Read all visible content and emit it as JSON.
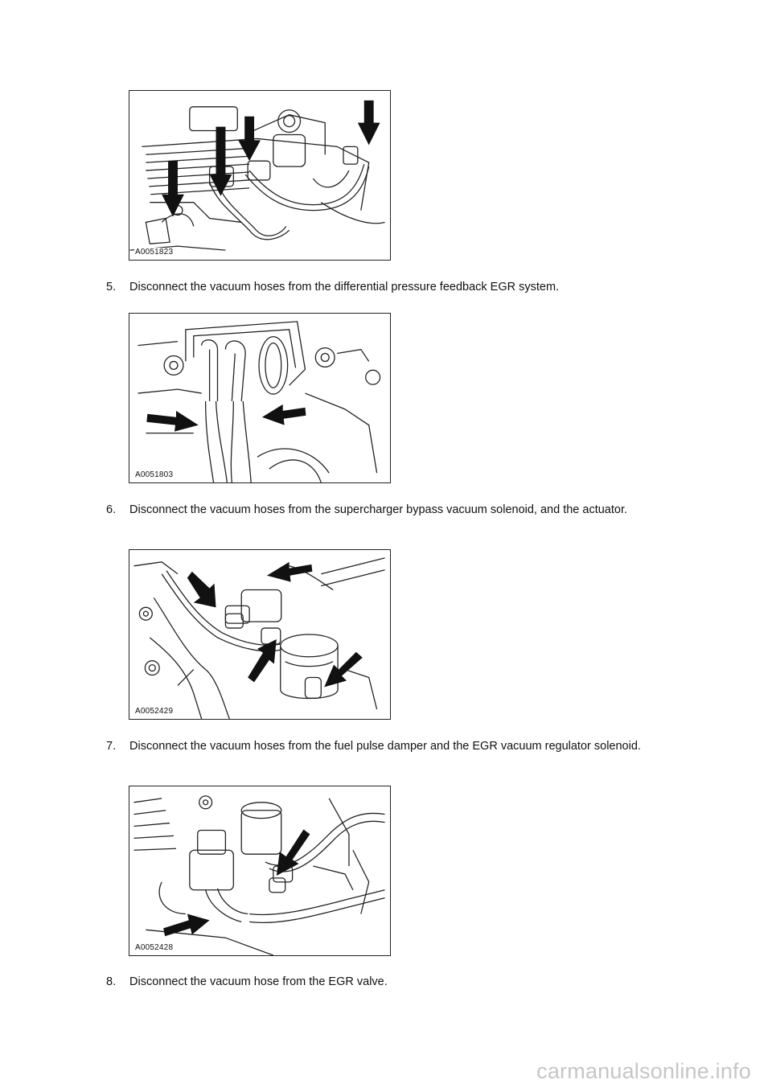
{
  "figures": [
    {
      "code": "A0051823"
    },
    {
      "code": "A0051803"
    },
    {
      "code": "A0052429"
    },
    {
      "code": "A0052428"
    }
  ],
  "steps": [
    {
      "number": "5.",
      "text": "Disconnect the vacuum hoses from the differential pressure feedback EGR system."
    },
    {
      "number": "6.",
      "text": "Disconnect the vacuum hoses from the supercharger bypass vacuum solenoid, and the actuator."
    },
    {
      "number": "7.",
      "text": "Disconnect the vacuum hoses from the fuel pulse damper and the EGR vacuum regulator solenoid."
    },
    {
      "number": "8.",
      "text": "Disconnect the vacuum hose from the EGR valve."
    }
  ],
  "watermark": "carmanualsonline.info"
}
